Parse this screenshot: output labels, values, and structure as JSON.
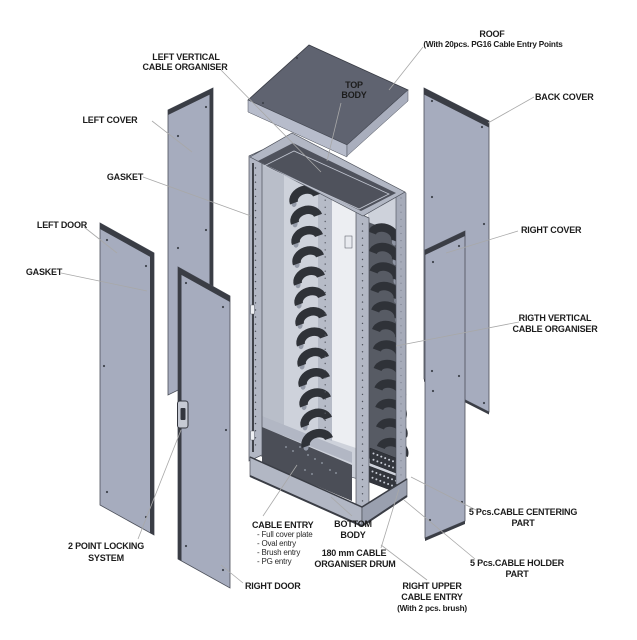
{
  "diagram": {
    "title_none": "",
    "labels": {
      "roof": {
        "line1": "ROOF",
        "line2": "(With 20pcs. PG16 Cable Entry Points"
      },
      "back_cover": "BACK COVER",
      "left_vertical_organiser": {
        "line1": "LEFT VERTICAL",
        "line2": "CABLE ORGANISER"
      },
      "top_body": {
        "line1": "TOP",
        "line2": "BODY"
      },
      "left_cover": "LEFT COVER",
      "gasket_upper": "GASKET",
      "left_door": "LEFT DOOR",
      "gasket_lower": "GASKET",
      "right_cover": "RIGHT COVER",
      "right_vertical_organiser": {
        "line1": "RIGTH VERTICAL",
        "line2": "CABLE ORGANISER"
      },
      "two_point_locking": {
        "line1": "2 POINT LOCKING",
        "line2": "SYSTEM"
      },
      "cable_entry": {
        "title": "CABLE ENTRY",
        "items": [
          "- Full cover plate",
          "- Oval entry",
          "- Brush entry",
          "- PG entry"
        ]
      },
      "bottom_body": {
        "line1": "BOTTOM",
        "line2": "BODY"
      },
      "organiser_drum": {
        "line1": "180 mm CABLE",
        "line2": "ORGANISER DRUM"
      },
      "right_door": "RIGHT DOOR",
      "right_upper_cable_entry": {
        "line1": "RIGHT UPPER",
        "line2": "CABLE ENTRY",
        "line3": "(With 2 pcs. brush)"
      },
      "cable_centering": {
        "line1": "5 Pcs.CABLE CENTERING",
        "line2": "PART"
      },
      "cable_holder": {
        "line1": "5 Pcs.CABLE HOLDER",
        "line2": "PART"
      }
    },
    "colors": {
      "panel": "#a6acbe",
      "panel_edge": "#3a3d45",
      "frame": "#b2b7c4",
      "roof": "#5f6370",
      "recess": "#4f525c",
      "saddle": "#2f3238",
      "saddle_cap": "#949aa8",
      "leader_line": "#a8a8a8",
      "text": "#1c1c1c",
      "background": "#ffffff"
    }
  }
}
